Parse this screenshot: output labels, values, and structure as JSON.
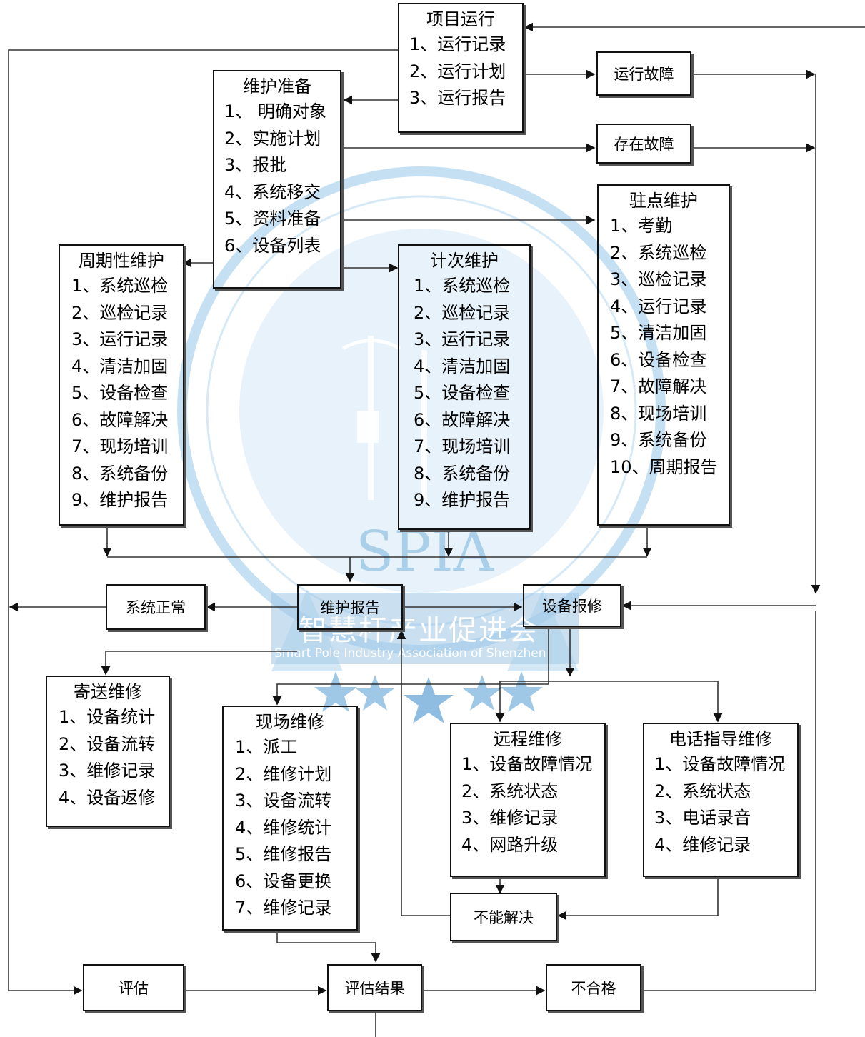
{
  "boxes": {
    "xiangmu": {
      "title": "项目运行",
      "items": [
        "1、运行记录",
        "2、运行计划",
        "3、运行报告"
      ]
    },
    "weihu_zhunbei": {
      "title": "维护准备",
      "items": [
        "1、 明确对象",
        "2、实施计划",
        "3、报批",
        "4、系统移交",
        "5、资料准备",
        "6、设备列表"
      ]
    },
    "zhouqi": {
      "title": "周期性维护",
      "items": [
        "1、系统巡检",
        "2、巡检记录",
        "3、运行记录",
        "4、清洁加固",
        "5、设备检查",
        "6、故障解决",
        "7、现场培训",
        "8、系统备份",
        "9、维护报告"
      ]
    },
    "jici": {
      "title": "计次维护",
      "items": [
        "1、系统巡检",
        "2、巡检记录",
        "3、运行记录",
        "4、清洁加固",
        "5、设备检查",
        "6、故障解决",
        "7、现场培训",
        "8、系统备份",
        "9、维护报告"
      ]
    },
    "zhudian": {
      "title": "驻点维护",
      "items": [
        "1、考勤",
        "2、系统巡检",
        "3、巡检记录",
        "4、运行记录",
        "5、清洁加固",
        "6、设备检查",
        "7、故障解决",
        "8、现场培训",
        "9、系统备份",
        "10、周期报告"
      ]
    },
    "jisong": {
      "title": "寄送维修",
      "items": [
        "1、设备统计",
        "2、设备流转",
        "3、维修记录",
        "4、设备返修"
      ]
    },
    "xianchang": {
      "title": "现场维修",
      "items": [
        "1、派工",
        "2、维修计划",
        "3、设备流转",
        "4、维修统计",
        "5、维修报告",
        "6、设备更换",
        "7、维修记录"
      ]
    },
    "yuancheng": {
      "title": "远程维修",
      "items": [
        "1、设备故障情况",
        "2、系统状态",
        "3、维修记录",
        "4、网路升级"
      ]
    },
    "dianhua": {
      "title": "电话指导维修",
      "items": [
        "1、设备故障情况",
        "2、系统状态",
        "3、电话录音",
        "4、维修记录"
      ]
    }
  },
  "labels": {
    "yunxing_guzhang": "运行故障",
    "cunzai_guzhang": "存在故障",
    "xitong_zhengchang": "系统正常",
    "weihu_baogao": "维护报告",
    "shebei_baoxiu": "设备报修",
    "buneng_jiejue": "不能解决",
    "pinggu": "评估",
    "pinggu_jieguo": "评估结果",
    "bu_hege": "不合格"
  },
  "watermark": {
    "acronym": "SPIA",
    "name_cn": "智慧杆产业促进会",
    "name_en": "Smart Pole Industry Association of Shenzhen",
    "color": "#b8d8ef"
  }
}
